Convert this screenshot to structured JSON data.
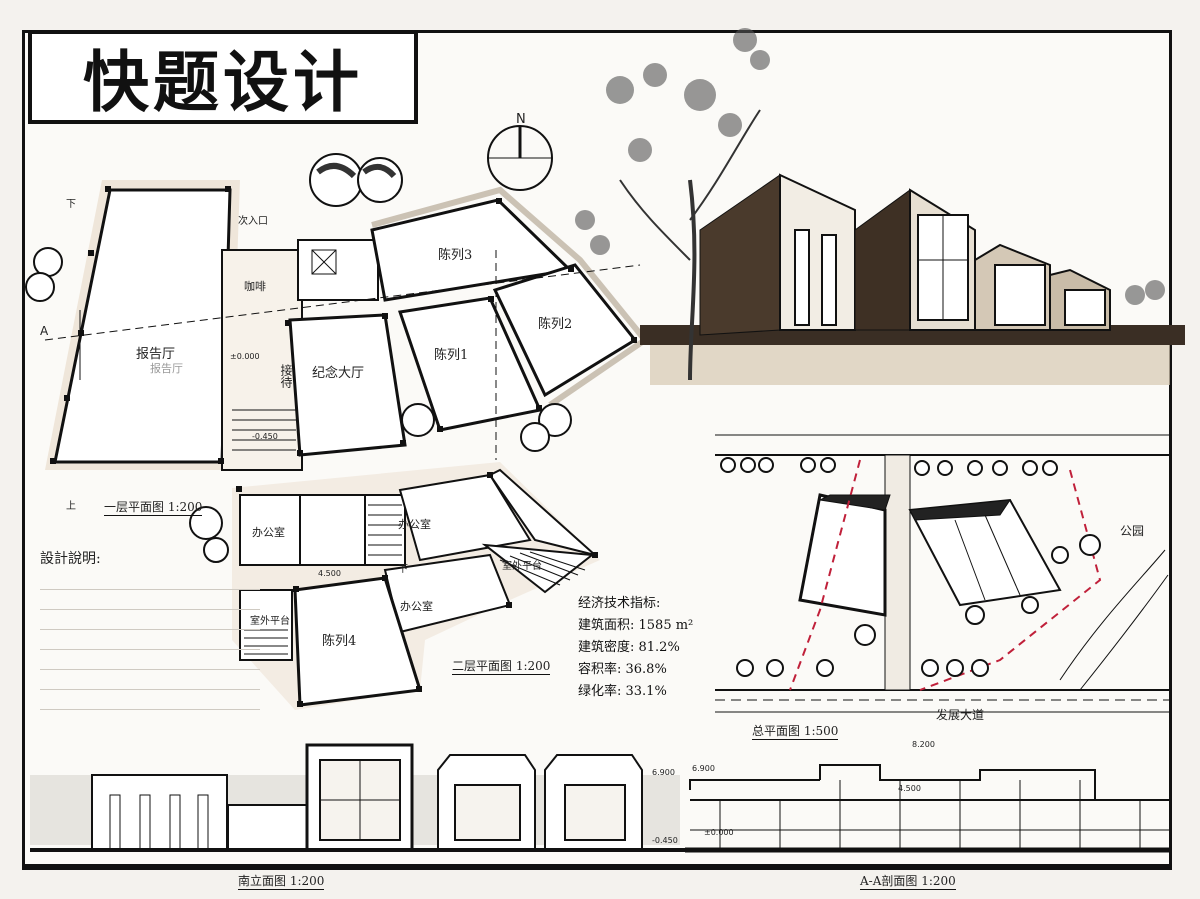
{
  "title": "快题设计",
  "compass": "N",
  "plan1": {
    "caption": "一层平面图 1:200",
    "rooms": {
      "auditorium": "报告厅",
      "auditorium_note": "报告厅",
      "memorial_hall": "纪念大厅",
      "exhibit1": "陈列1",
      "exhibit2": "陈列2",
      "exhibit3": "陈列3",
      "reception": "接待",
      "coffee": "咖啡",
      "entrance": "次入口"
    },
    "elev_mark": "±0.000",
    "elev_mark2": "-0.450",
    "section_mark": "A",
    "up_mark": "上",
    "down_mark": "下"
  },
  "plan2": {
    "caption": "二层平面图 1:200",
    "rooms": {
      "office1": "办公室",
      "office2": "办公室",
      "office3": "办公室",
      "exhibit4": "陈列4",
      "terrace1": "室外平台",
      "terrace2": "室外平台"
    },
    "elev_mark": "4.500",
    "down_mark": "下"
  },
  "design_notes": {
    "heading": "設計說明:"
  },
  "stats": {
    "heading": "经济技术指标:",
    "items": [
      "建筑面积: 1585 m²",
      "建筑密度: 81.2%",
      "容积率: 36.8%",
      "绿化率: 33.1%"
    ]
  },
  "site": {
    "caption": "总平面图 1:500",
    "road": "发展大道",
    "park": "公园"
  },
  "elevation": {
    "caption": "南立面图 1:200",
    "mark_top": "6.900",
    "mark_bottom": "-0.450"
  },
  "section": {
    "caption": "A-A剖面图 1:200",
    "mark_top": "8.200",
    "mark_mid": "6.900",
    "mark_floor": "4.500",
    "mark_ground": "±0.000"
  }
}
